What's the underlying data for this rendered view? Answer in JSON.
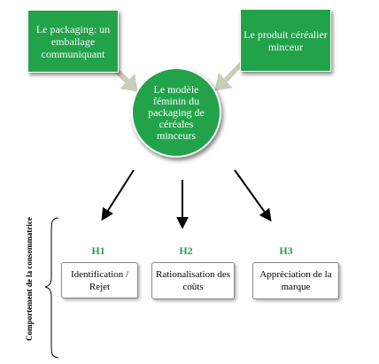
{
  "diagram": {
    "boxes": {
      "packaging": "Le packaging: un emballage communiquant",
      "product": "Le produit céréalier minceur",
      "center": "Le modèle féminin du packaging de céréales minceurs"
    },
    "hypotheses": [
      {
        "label": "H1",
        "text": "Identification / Rejet"
      },
      {
        "label": "H2",
        "text": "Rationalisation des coûts"
      },
      {
        "label": "H3",
        "text": "Appréciation de la marque"
      }
    ],
    "side_label": "Comportement de la consommatrice"
  },
  "colors": {
    "accent_green": "#22a34a",
    "arrow_gray": "#c9ceb8",
    "outline": "#888888"
  }
}
